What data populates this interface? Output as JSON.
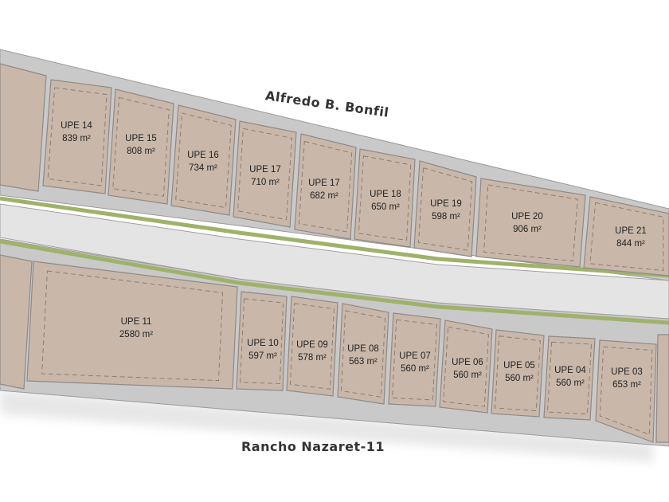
{
  "streets": {
    "north": "Alfredo B. Bonfil",
    "south": "Rancho Nazaret-11"
  },
  "colors": {
    "lot_fill": "#c9b8aa",
    "sidewalk": "#c9c9c9",
    "road": "#e4e4e4",
    "green_strip": "#9fb26a"
  },
  "lots_north": [
    {
      "name": "UPE 14",
      "area": "839 m²"
    },
    {
      "name": "UPE 15",
      "area": "808 m²"
    },
    {
      "name": "UPE 16",
      "area": "734 m²"
    },
    {
      "name": "UPE 17",
      "area": "710 m²"
    },
    {
      "name": "UPE 17",
      "area": "682 m²"
    },
    {
      "name": "UPE 18",
      "area": "650 m²"
    },
    {
      "name": "UPE 19",
      "area": "598 m²"
    },
    {
      "name": "UPE 20",
      "area": "906 m²"
    },
    {
      "name": "UPE 21",
      "area": "844 m²"
    }
  ],
  "lots_south": [
    {
      "name": "UPE 11",
      "area": "2580 m²"
    },
    {
      "name": "UPE 10",
      "area": "597 m²"
    },
    {
      "name": "UPE 09",
      "area": "578 m²"
    },
    {
      "name": "UPE 08",
      "area": "563 m²"
    },
    {
      "name": "UPE 07",
      "area": "560 m²"
    },
    {
      "name": "UPE 06",
      "area": "560 m²"
    },
    {
      "name": "UPE 05",
      "area": "560 m²"
    },
    {
      "name": "UPE 04",
      "area": "560 m²"
    },
    {
      "name": "UPE 03",
      "area": "653 m²"
    }
  ]
}
